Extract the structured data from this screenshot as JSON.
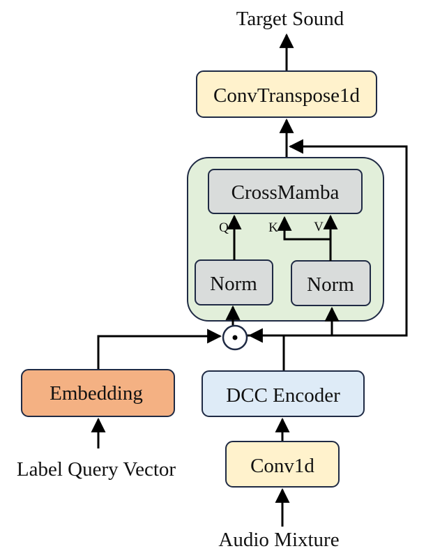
{
  "output_label": "Target Sound",
  "convtranspose_label": "ConvTranspose1d",
  "crossmamba_label": "CrossMamba",
  "norm_left_label": "Norm",
  "norm_right_label": "Norm",
  "q_label": "Q",
  "k_label": "K",
  "v_label": "V",
  "embedding_label": "Embedding",
  "dcc_encoder_label": "DCC Encoder",
  "conv1d_label": "Conv1d",
  "label_query_label": "Label Query Vector",
  "audio_mixture_label": "Audio Mixture",
  "colors": {
    "yellow_fill": "#fff2cc",
    "green_fill": "#e2efda",
    "gray_fill": "#d9dcdb",
    "orange_fill": "#f4b183",
    "blue_fill": "#deebf7",
    "stroke": "#1f2a44"
  }
}
